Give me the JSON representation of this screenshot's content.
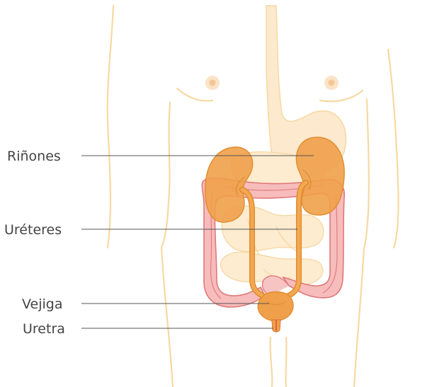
{
  "labels": {
    "kidneys": "Riñones",
    "ureters": "Uréteres",
    "bladder": "Vejiga",
    "urethra": "Uretra"
  },
  "colors": {
    "body_outline": "#f6d9a2",
    "body_fill": "#fdebd0",
    "organ_orange": "#f1a04a",
    "organ_dark": "#e08c2e",
    "colon_pink": "#f4b3b3",
    "colon_line": "#e0787a",
    "leader_line": "#555555",
    "label_text": "#444444"
  }
}
